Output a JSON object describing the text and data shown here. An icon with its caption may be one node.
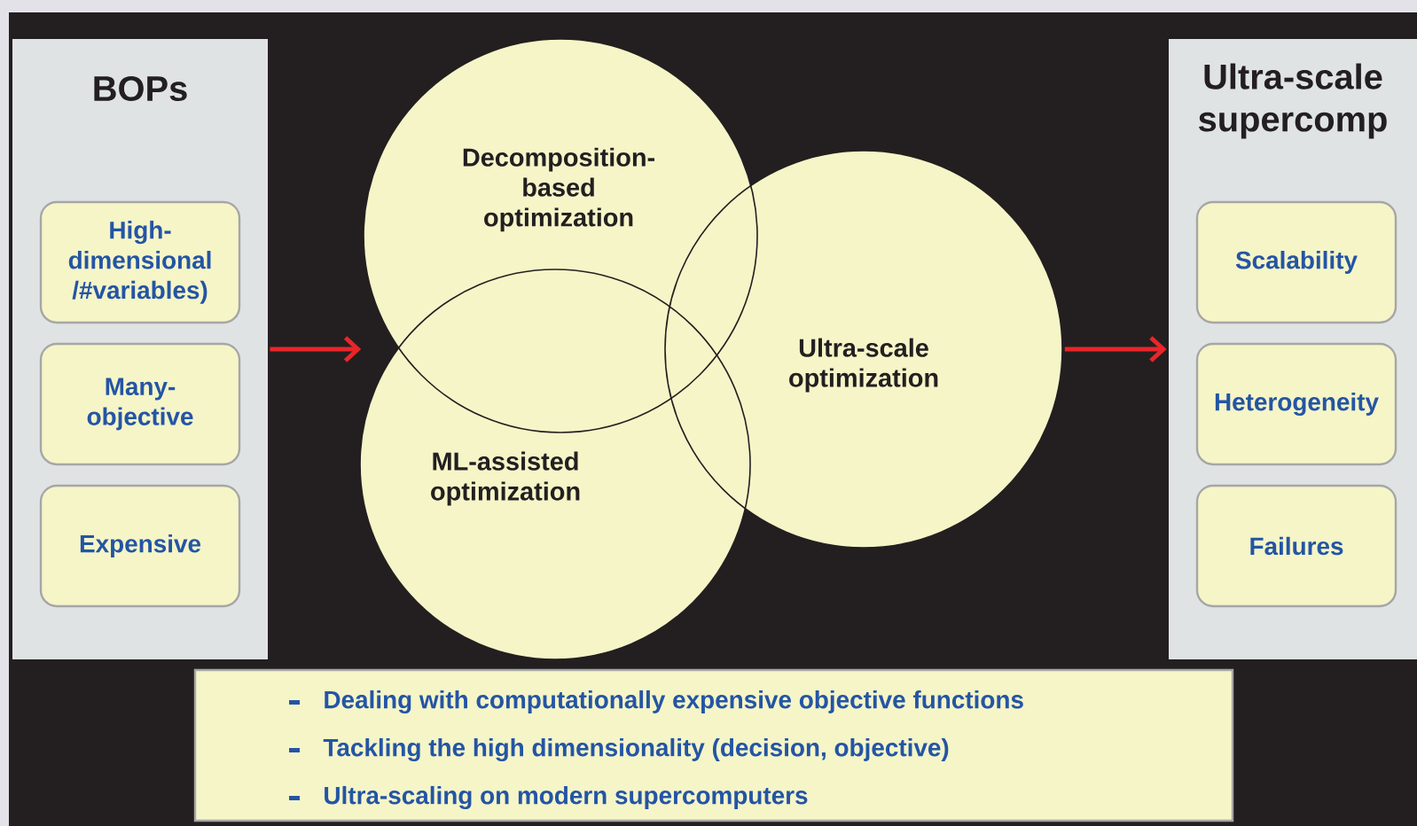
{
  "diagram": {
    "nodes": [
      {
        "text": [
          "BOPs"
        ]
      },
      {
        "text": [
          "High-dimensional /#variables)"
        ],
        "in": 0
      },
      {
        "text": [
          "Many-objective"
        ],
        "in": 0
      },
      {
        "text": [
          "Expensive"
        ],
        "in": 0
      },
      {
        "text": [
          "Decomposition-based optimization"
        ]
      },
      {
        "text": [
          "ML-assisted optimization"
        ]
      },
      {
        "text": [
          "Ultra-scale optimization"
        ]
      },
      {
        "text": [
          "Ultra-scale supercomp"
        ]
      },
      {
        "text": [
          "Scalability"
        ],
        "in": 7
      },
      {
        "text": [
          "Heterogeneity"
        ],
        "in": 7
      },
      {
        "text": [
          "Failures"
        ],
        "in": 7
      },
      {
        "text": [
          "Dealing with computationally expensive objective functions",
          "Tackling the high dimensionality (decision, objective)",
          "Ultra-scaling on modern supercomputers"
        ]
      }
    ],
    "edges": [
      {
        "from": 0,
        "to": 4,
        "arrow": "to"
      },
      {
        "from": 6,
        "to": 7,
        "arrow": "to"
      }
    ]
  }
}
